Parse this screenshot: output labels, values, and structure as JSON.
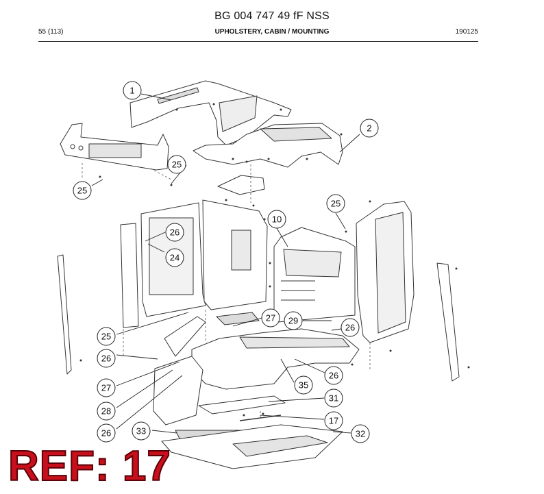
{
  "header": {
    "doc_title": "BG 004 747 49 fF NSS",
    "page": "55 (113)",
    "section": "UPHOLSTERY, CABIN / MOUNTING",
    "code": "190125"
  },
  "stamp": {
    "text": "REF: 17",
    "color": "#c8101d"
  },
  "callouts": [
    {
      "id": "c1",
      "label": "1"
    },
    {
      "id": "c2",
      "label": "2"
    },
    {
      "id": "c25a",
      "label": "25"
    },
    {
      "id": "c25b",
      "label": "25"
    },
    {
      "id": "c25c",
      "label": "25"
    },
    {
      "id": "c26a",
      "label": "26"
    },
    {
      "id": "c24",
      "label": "24"
    },
    {
      "id": "c10",
      "label": "10"
    },
    {
      "id": "c27a",
      "label": "27"
    },
    {
      "id": "c29",
      "label": "29"
    },
    {
      "id": "c26b",
      "label": "26"
    },
    {
      "id": "c25d",
      "label": "25"
    },
    {
      "id": "c26c",
      "label": "26"
    },
    {
      "id": "c26d",
      "label": "26"
    },
    {
      "id": "c35",
      "label": "35"
    },
    {
      "id": "c27b",
      "label": "27"
    },
    {
      "id": "c28",
      "label": "28"
    },
    {
      "id": "c31",
      "label": "31"
    },
    {
      "id": "c17",
      "label": "17"
    },
    {
      "id": "c26e",
      "label": "26"
    },
    {
      "id": "c33",
      "label": "33"
    },
    {
      "id": "c32",
      "label": "32"
    }
  ]
}
